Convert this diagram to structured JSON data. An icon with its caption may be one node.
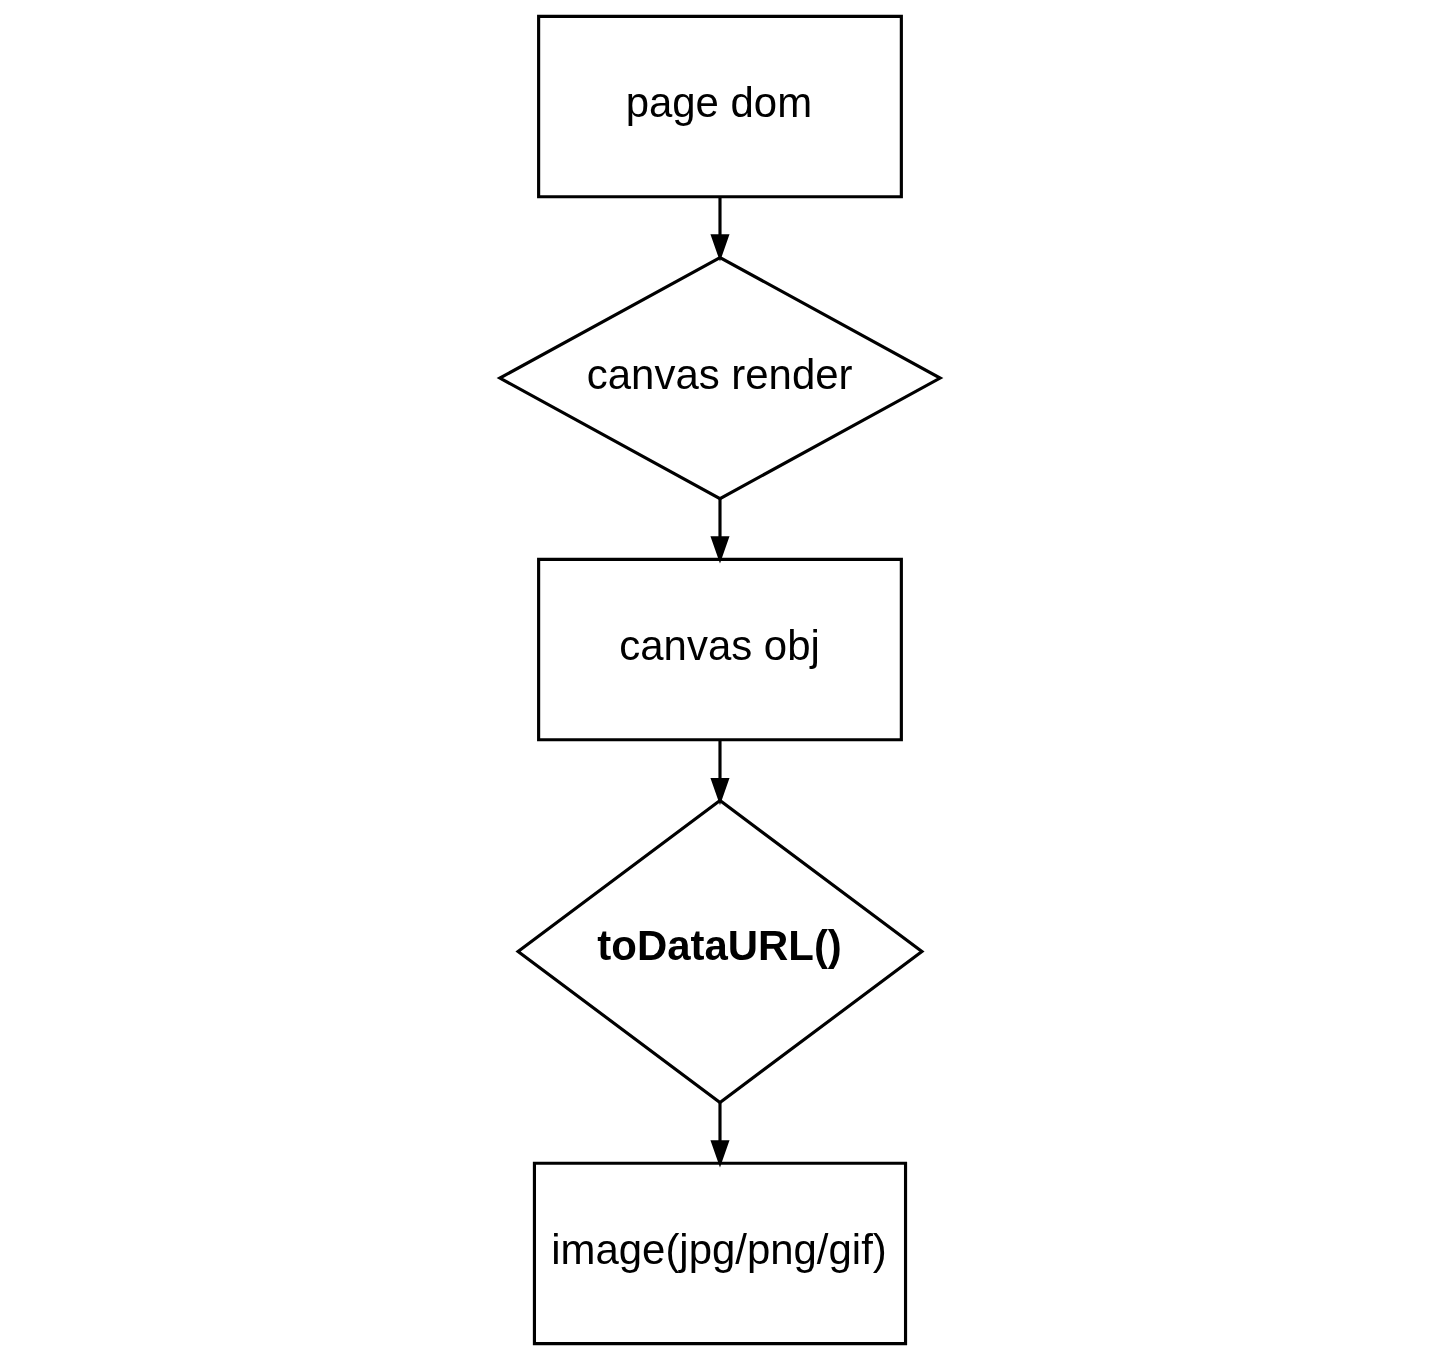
{
  "diagram": {
    "nodes": [
      {
        "text": [
          "page dom"
        ]
      },
      {
        "text": [
          "canvas render"
        ]
      },
      {
        "text": [
          "canvas obj"
        ]
      },
      {
        "text": [
          "toDataURL()"
        ]
      },
      {
        "text": [
          "image(jpg/png/gif)"
        ]
      }
    ],
    "edges": [
      {
        "from": 0,
        "to": 1,
        "arrow": "to"
      },
      {
        "from": 1,
        "to": 2,
        "arrow": "to"
      },
      {
        "from": 2,
        "to": 3,
        "arrow": "to"
      },
      {
        "from": 3,
        "to": 4,
        "arrow": "to"
      }
    ]
  }
}
